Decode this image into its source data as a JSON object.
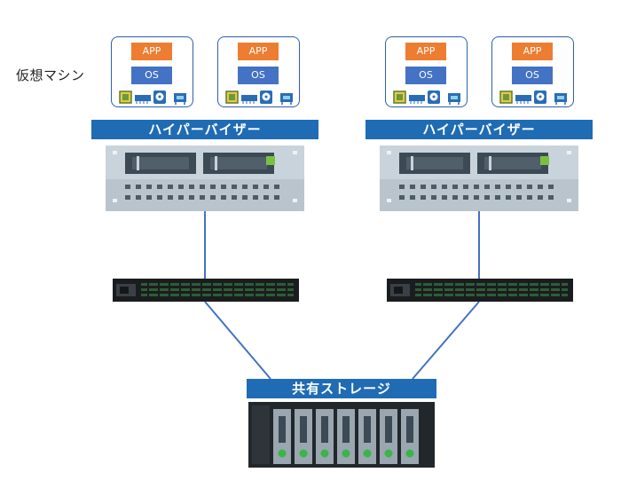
{
  "labels": {
    "virtual_machine": "仮想マシン",
    "hypervisor": "ハイパーバイザー",
    "shared_storage": "共有ストレージ"
  },
  "vm": {
    "app": "APP",
    "os": "OS"
  },
  "colors": {
    "app": "#ed7d31",
    "os": "#4472c4",
    "bar": "#1f6cb4",
    "vm_border": "#2f5fa8",
    "link": "#4472c4",
    "server_body": "#c9d3db",
    "power_led": "#7ac143"
  }
}
